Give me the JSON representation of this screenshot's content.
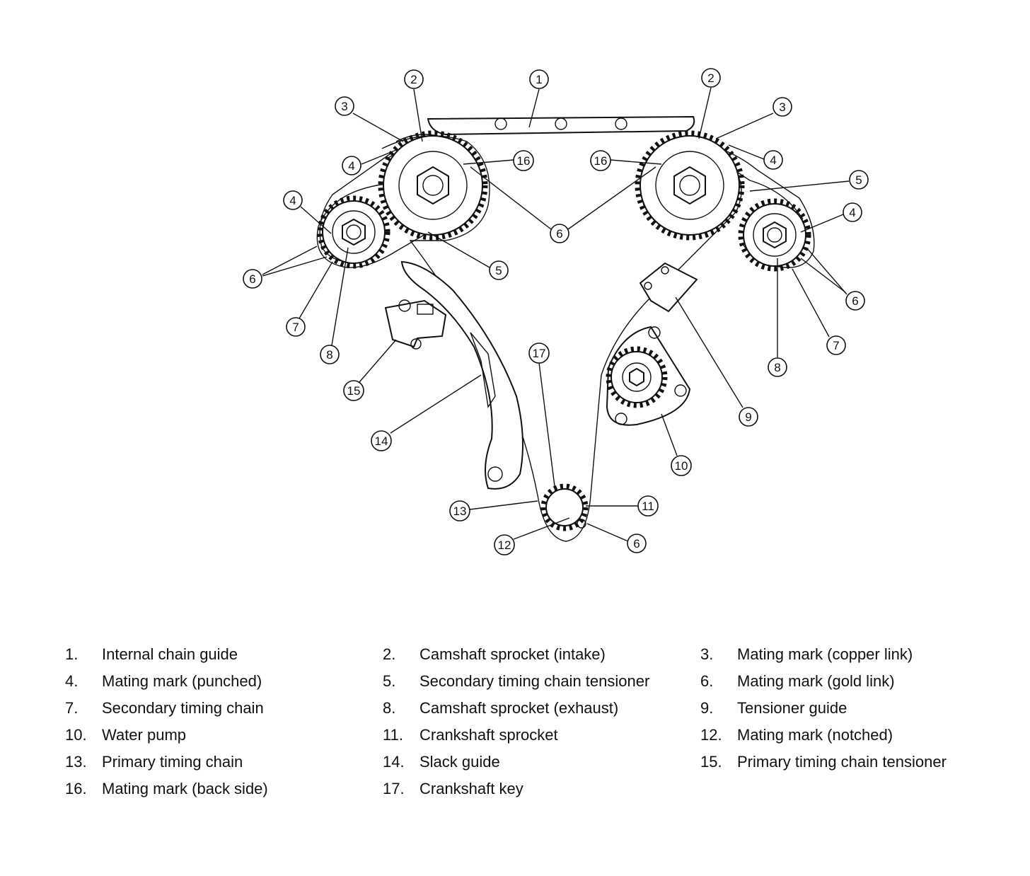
{
  "callouts": [
    {
      "id": "c1",
      "label": "1"
    },
    {
      "id": "c2a",
      "label": "2"
    },
    {
      "id": "c2b",
      "label": "2"
    },
    {
      "id": "c3a",
      "label": "3"
    },
    {
      "id": "c3b",
      "label": "3"
    },
    {
      "id": "c4a",
      "label": "4"
    },
    {
      "id": "c4b",
      "label": "4"
    },
    {
      "id": "c4c",
      "label": "4"
    },
    {
      "id": "c4d",
      "label": "4"
    },
    {
      "id": "c5a",
      "label": "5"
    },
    {
      "id": "c5b",
      "label": "5"
    },
    {
      "id": "c6a",
      "label": "6"
    },
    {
      "id": "c6b",
      "label": "6"
    },
    {
      "id": "c6c",
      "label": "6"
    },
    {
      "id": "c6d",
      "label": "6"
    },
    {
      "id": "c7a",
      "label": "7"
    },
    {
      "id": "c7b",
      "label": "7"
    },
    {
      "id": "c8a",
      "label": "8"
    },
    {
      "id": "c8b",
      "label": "8"
    },
    {
      "id": "c9",
      "label": "9"
    },
    {
      "id": "c10",
      "label": "10"
    },
    {
      "id": "c11",
      "label": "11"
    },
    {
      "id": "c12",
      "label": "12"
    },
    {
      "id": "c13",
      "label": "13"
    },
    {
      "id": "c14",
      "label": "14"
    },
    {
      "id": "c15",
      "label": "15"
    },
    {
      "id": "c16a",
      "label": "16"
    },
    {
      "id": "c16b",
      "label": "16"
    },
    {
      "id": "c17",
      "label": "17"
    }
  ],
  "legend": [
    {
      "num": "1.",
      "text": "Internal chain guide"
    },
    {
      "num": "2.",
      "text": "Camshaft sprocket (intake)"
    },
    {
      "num": "3.",
      "text": "Mating mark (copper link)"
    },
    {
      "num": "4.",
      "text": "Mating mark (punched)"
    },
    {
      "num": "5.",
      "text": "Secondary timing chain tensioner"
    },
    {
      "num": "6.",
      "text": "Mating mark (gold link)"
    },
    {
      "num": "7.",
      "text": "Secondary timing chain"
    },
    {
      "num": "8.",
      "text": "Camshaft sprocket (exhaust)"
    },
    {
      "num": "9.",
      "text": "Tensioner guide"
    },
    {
      "num": "10.",
      "text": "Water pump"
    },
    {
      "num": "11.",
      "text": "Crankshaft sprocket"
    },
    {
      "num": "12.",
      "text": "Mating mark (notched)"
    },
    {
      "num": "13.",
      "text": "Primary timing chain"
    },
    {
      "num": "14.",
      "text": "Slack guide"
    },
    {
      "num": "15.",
      "text": "Primary timing chain tensioner"
    },
    {
      "num": "16.",
      "text": "Mating mark (back side)"
    },
    {
      "num": "17.",
      "text": "Crankshaft key"
    }
  ]
}
